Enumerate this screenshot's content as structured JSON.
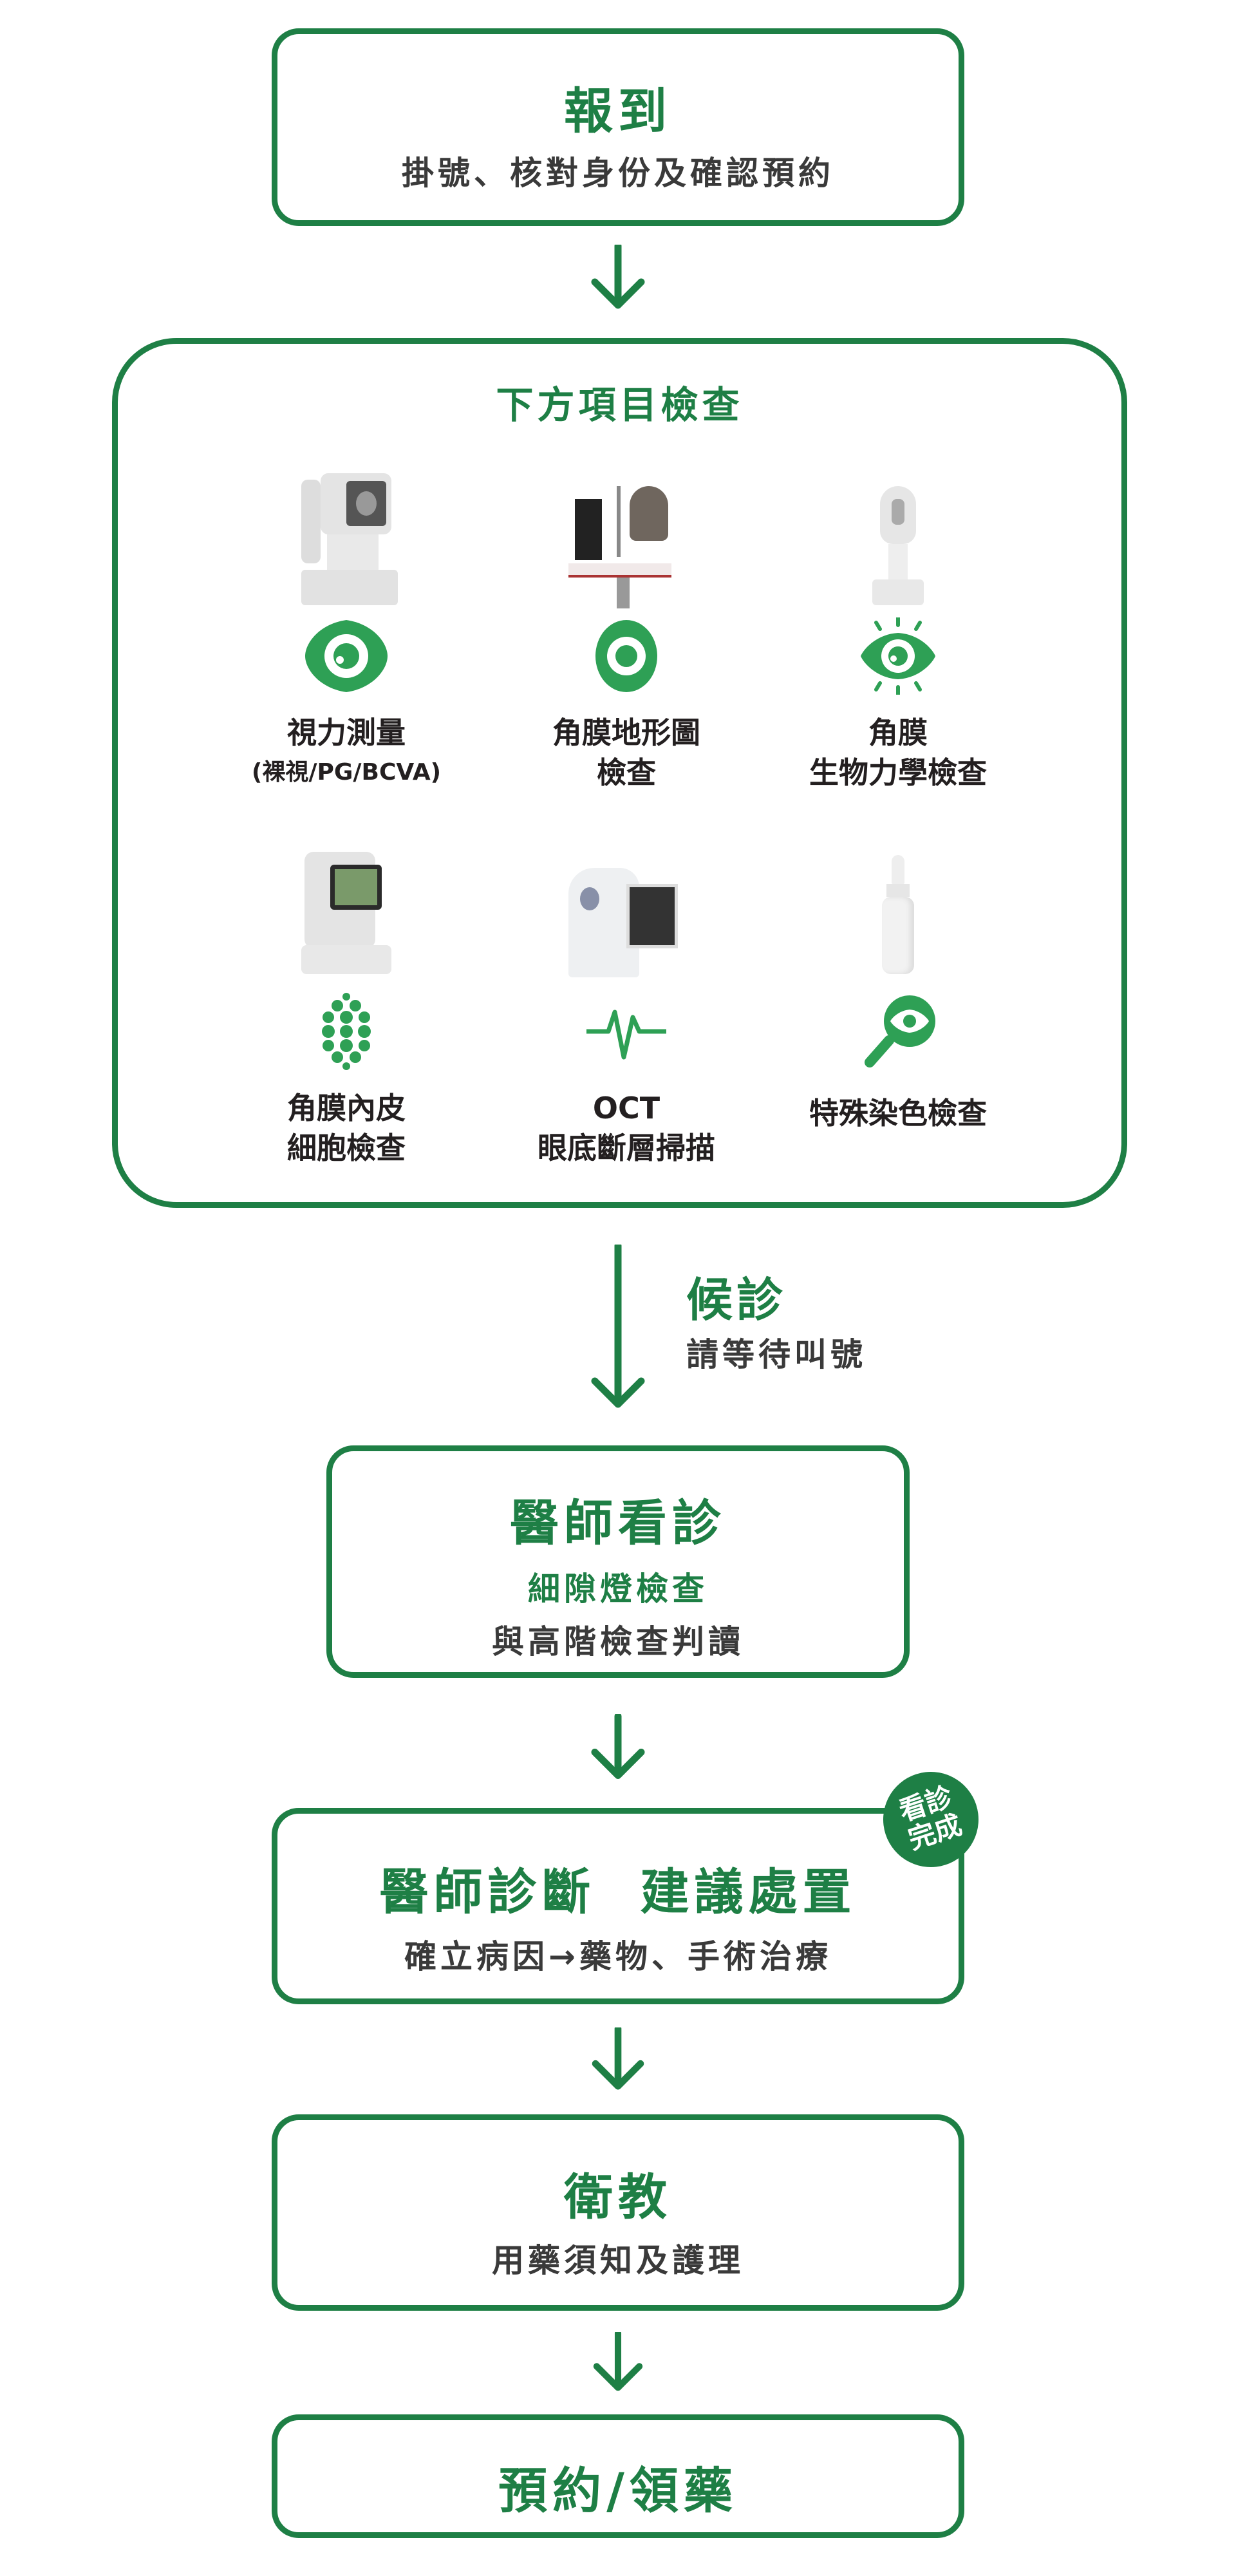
{
  "steps": {
    "checkin": {
      "title": "報到",
      "subtitle": "掛號、核對身份及確認預約"
    },
    "exams": {
      "title": "下方項目檢查",
      "items": [
        {
          "icon": "eye-icon",
          "line1": "視力測量",
          "line2": "(裸視/PG/BCVA)"
        },
        {
          "icon": "eye-target-icon",
          "line1": "角膜地形圖",
          "line2": "檢查"
        },
        {
          "icon": "eye-radiant-icon",
          "line1": "角膜",
          "line2": "生物力學檢查"
        },
        {
          "icon": "cells-icon",
          "line1": "角膜內皮",
          "line2": "細胞檢查"
        },
        {
          "icon": "pulse-icon",
          "line1": "OCT",
          "line2": "眼底斷層掃描"
        },
        {
          "icon": "magnifier-eye-icon",
          "line1": "特殊染色檢查",
          "line2": ""
        }
      ]
    },
    "waiting": {
      "title": "候診",
      "subtitle": "請等待叫號"
    },
    "consult": {
      "title": "醫師看診",
      "line1": "細隙燈檢查",
      "line2": "與高階檢查判讀"
    },
    "diagnosis": {
      "title": "醫師診斷  建議處置",
      "subtitle": "確立病因→藥物、手術治療",
      "badge_line1": "看診",
      "badge_line2": "完成"
    },
    "education": {
      "title": "衛教",
      "subtitle": "用藥須知及護理"
    },
    "appointment": {
      "title": "預約/領藥"
    }
  },
  "colors": {
    "primary": "#1e7f45",
    "icon": "#2ea055",
    "text": "#231f20"
  }
}
